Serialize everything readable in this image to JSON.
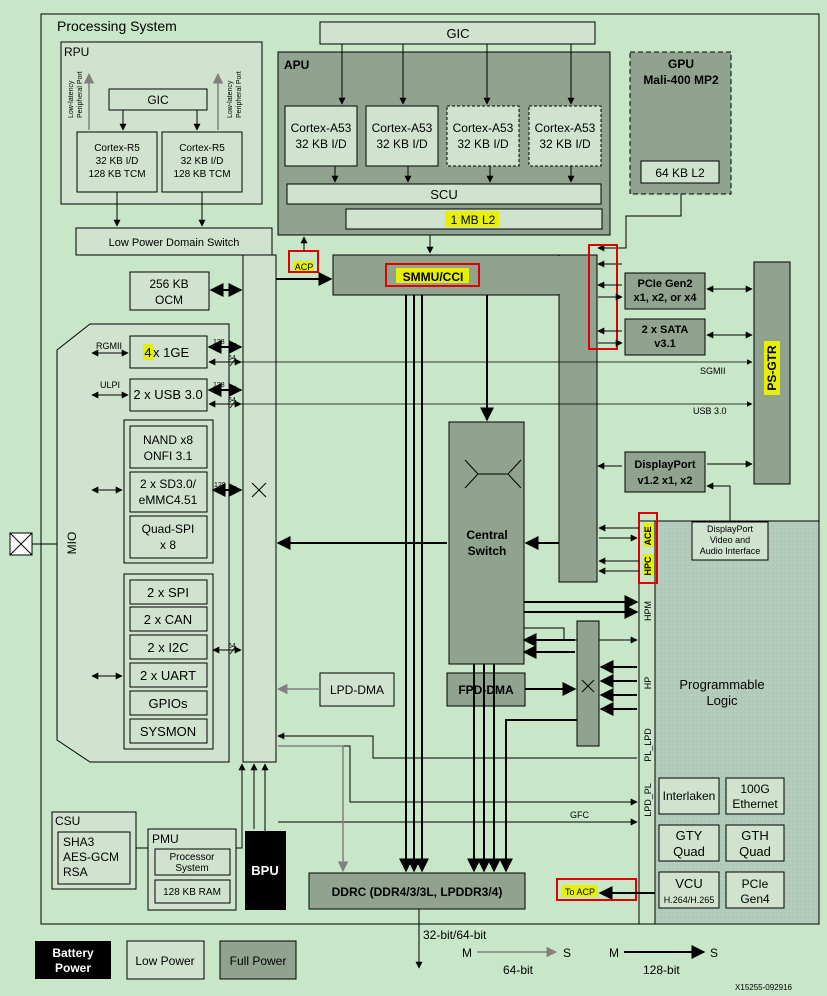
{
  "processing_system": {
    "title": "Processing System"
  },
  "rpu": {
    "title": "RPU",
    "gic": "GIC",
    "port_label_a": "Low-latency",
    "port_label_b": "Peripheral Port",
    "cores": [
      {
        "line1": "Cortex-R5",
        "line2": "32 KB I/D",
        "line3": "128 KB TCM"
      },
      {
        "line1": "Cortex-R5",
        "line2": "32 KB I/D",
        "line3": "128 KB TCM"
      }
    ]
  },
  "top_gic": "GIC",
  "apu": {
    "title": "APU",
    "cores": [
      {
        "line1": "Cortex-A53",
        "line2": "32 KB I/D"
      },
      {
        "line1": "Cortex-A53",
        "line2": "32 KB I/D"
      },
      {
        "line1": "Cortex-A53",
        "line2": "32 KB I/D"
      },
      {
        "line1": "Cortex-A53",
        "line2": "32 KB I/D"
      }
    ],
    "scu": "SCU",
    "l2": "1 MB L2"
  },
  "gpu": {
    "line1": "GPU",
    "line2": "Mali-400 MP2",
    "l2": "64 KB L2"
  },
  "low_power_switch": "Low Power Domain Switch",
  "acp": "ACP",
  "smmu": "SMMU/CCI",
  "ocm": {
    "line1": "256 KB",
    "line2": "OCM"
  },
  "pcie": {
    "line1": "PCIe Gen2",
    "line2": "x1, x2, or x4"
  },
  "sata": {
    "line1": "2 x SATA",
    "line2": "v3.1"
  },
  "ps_gtr": "PS-GTR",
  "mio": "MIO",
  "rgmii": "RGMII",
  "ulpi": "ULPI",
  "gem": {
    "num": "4",
    "rest": " x 1GE"
  },
  "usb": "2 x USB 3.0",
  "bus_128": "128",
  "bus_64": "64",
  "sgmii": "SGMII",
  "usb30": "USB 3.0",
  "nand": {
    "line1": "NAND x8",
    "line2": "ONFI 3.1"
  },
  "sd": {
    "line1": "2 x SD3.0/",
    "line2": "eMMC4.51"
  },
  "qspi": {
    "line1": "Quad-SPI",
    "line2": "x 8"
  },
  "peripherals": [
    "2 x SPI",
    "2 x CAN",
    "2 x I2C",
    "2 x UART",
    "GPIOs",
    "SYSMON"
  ],
  "displayport": {
    "line1": "DisplayPort",
    "line2": "v1.2 x1, x2"
  },
  "dp_interface": {
    "line1": "DisplayPort",
    "line2": "Video and",
    "line3": "Audio Interface"
  },
  "central_switch": {
    "line1": "Central",
    "line2": "Switch"
  },
  "acev": "ACE",
  "hpc": "HPC",
  "hpm": "HPM",
  "hp": "HP",
  "pl_lpd": "PL_LPD",
  "lpd_pl": "LPD_PL",
  "pl": {
    "line1": "Programmable",
    "line2": "Logic"
  },
  "lpd_dma": "LPD-DMA",
  "fpd_dma": "FPD-DMA",
  "interlaken": "Interlaken",
  "eth100g": {
    "line1": "100G",
    "line2": "Ethernet"
  },
  "gty": {
    "line1": "GTY",
    "line2": "Quad"
  },
  "gth": {
    "line1": "GTH",
    "line2": "Quad"
  },
  "vcu": {
    "line1": "VCU",
    "line2": "H.264/H.265"
  },
  "pcie4": {
    "line1": "PCIe",
    "line2": "Gen4"
  },
  "csu": {
    "title": "CSU",
    "line1": "SHA3",
    "line2": "AES-GCM",
    "line3": "RSA"
  },
  "pmu": {
    "title": "PMU",
    "proc1": "Processor",
    "proc2": "System",
    "ram": "128 KB RAM"
  },
  "bpu": "BPU",
  "gfc": "GFC",
  "ddrc": "DDRC (DDR4/3/3L, LPDDR3/4)",
  "to_acp": "To ACP",
  "bit_width": "32-bit/64-bit",
  "legend": {
    "battery1": "Battery",
    "battery2": "Power",
    "low": "Low Power",
    "full": "Full Power",
    "m": "M",
    "s": "S",
    "b64": "64-bit",
    "b128": "128-bit"
  },
  "figure_id": "X15255-092916",
  "colors": {
    "bg": "#c8e6c8",
    "low_power": "#cfe3cf",
    "full_power": "#8fa38f",
    "pl_area": "#b0c8b8",
    "highlight": "#e6f000",
    "red": "#e00000",
    "battery": "#000000"
  }
}
